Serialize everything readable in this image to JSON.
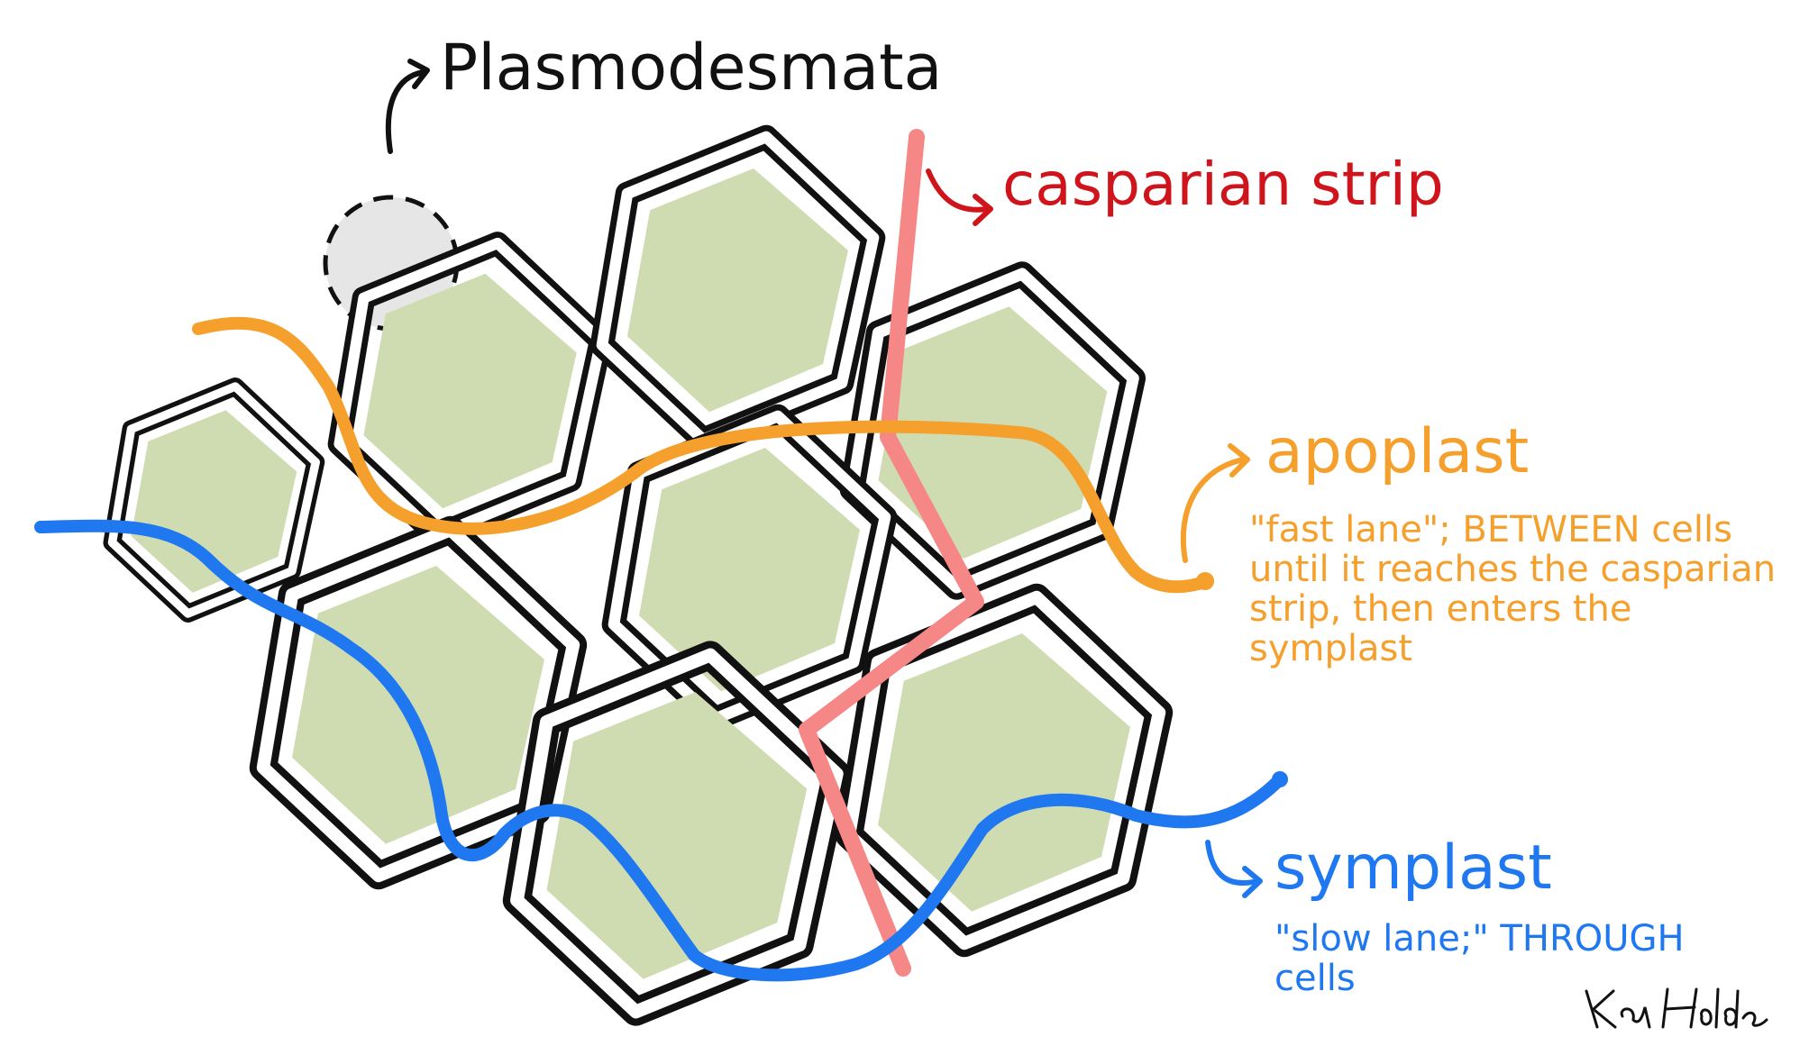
{
  "labels": {
    "plasmodesmata": "Plasmodesmata",
    "casparian_strip": "casparian strip",
    "apoplast": {
      "title": "apoplast",
      "description": "\"fast lane\"; BETWEEN cells until it reaches the casparian strip, then enters the symplast"
    },
    "symplast": {
      "title": "symplast",
      "description": "\"slow lane;\" THROUGH cells"
    },
    "signature": "Kal Holden"
  },
  "colors": {
    "cell_fill": "#cfdcb2",
    "cell_wall": "#111111",
    "casparian_strip": "#f58787",
    "casparian_label": "#d0141c",
    "apoplast": "#f5a02c",
    "symplast": "#1f78f0",
    "highlight": "#e6e6e6"
  }
}
